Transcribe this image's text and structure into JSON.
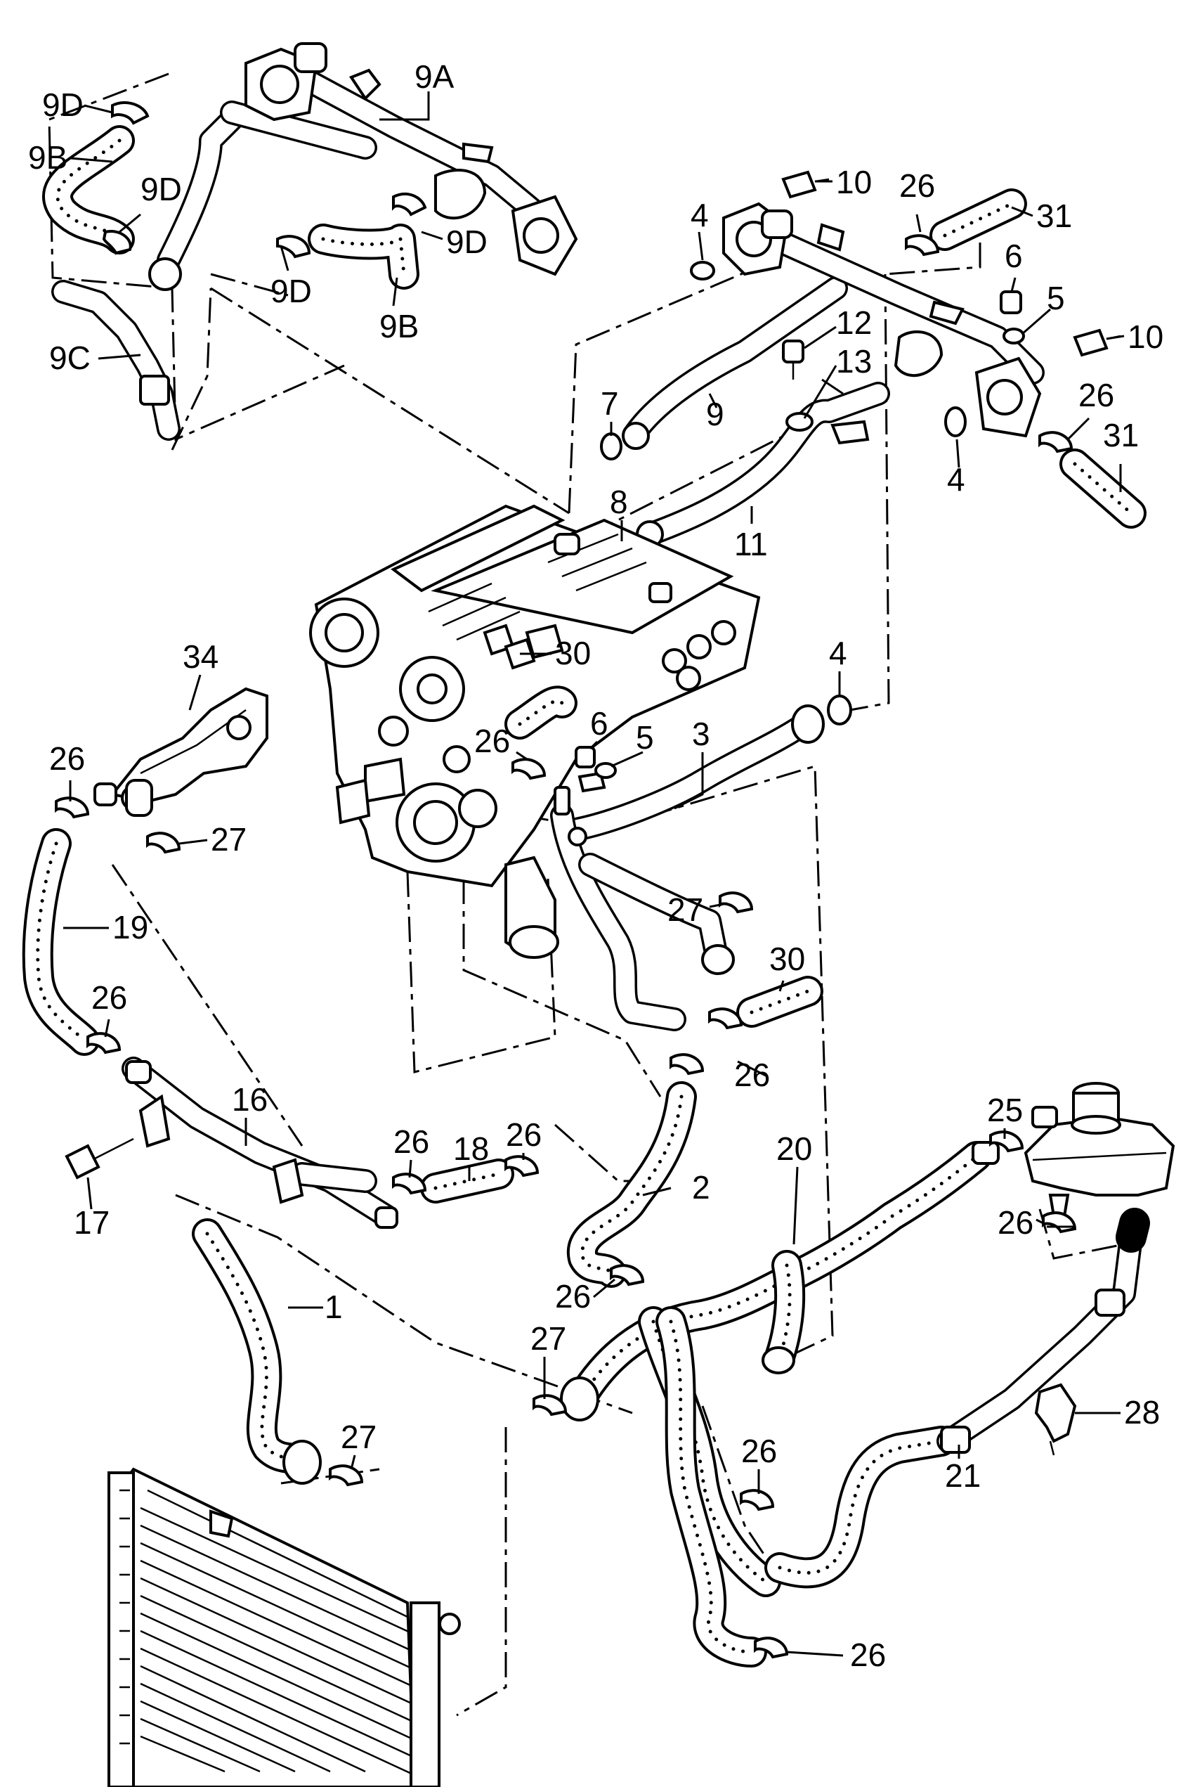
{
  "labels": {
    "p9D_a": "9D",
    "p9B_a": "9B",
    "p9A": "9A",
    "p9D_b": "9D",
    "p9D_c": "9D",
    "p9D_d": "9D",
    "p9B_b": "9B",
    "p9C": "9C",
    "p10_a": "10",
    "p26_a": "26",
    "p31_a": "31",
    "p4_a": "4",
    "p6_a": "6",
    "p5_a": "5",
    "p10_b": "10",
    "p12": "12",
    "p13": "13",
    "p7": "7",
    "p9": "9",
    "p26_b": "26",
    "p31_b": "31",
    "p4_b": "4",
    "p8": "8",
    "p11": "11",
    "p30_a": "30",
    "p34": "34",
    "p4_c": "4",
    "p26_c": "26",
    "p6_b": "6",
    "p5_b": "5",
    "p3": "3",
    "p26_d": "26",
    "p27_a": "27",
    "p19": "19",
    "p27_b": "27",
    "p30_b": "30",
    "p26_e": "26",
    "p26_f": "26",
    "p16": "16",
    "p26_g": "26",
    "p18": "18",
    "p26_h": "26",
    "p17": "17",
    "p25": "25",
    "p2": "2",
    "p20": "20",
    "p26_i": "26",
    "p26_j": "26",
    "p1": "1",
    "p27_c": "27",
    "p28": "28",
    "p21": "21",
    "p27_d": "27",
    "p26_k": "26",
    "p26_l": "26"
  },
  "colors": {
    "ink": "#000000",
    "paper": "#ffffff"
  }
}
